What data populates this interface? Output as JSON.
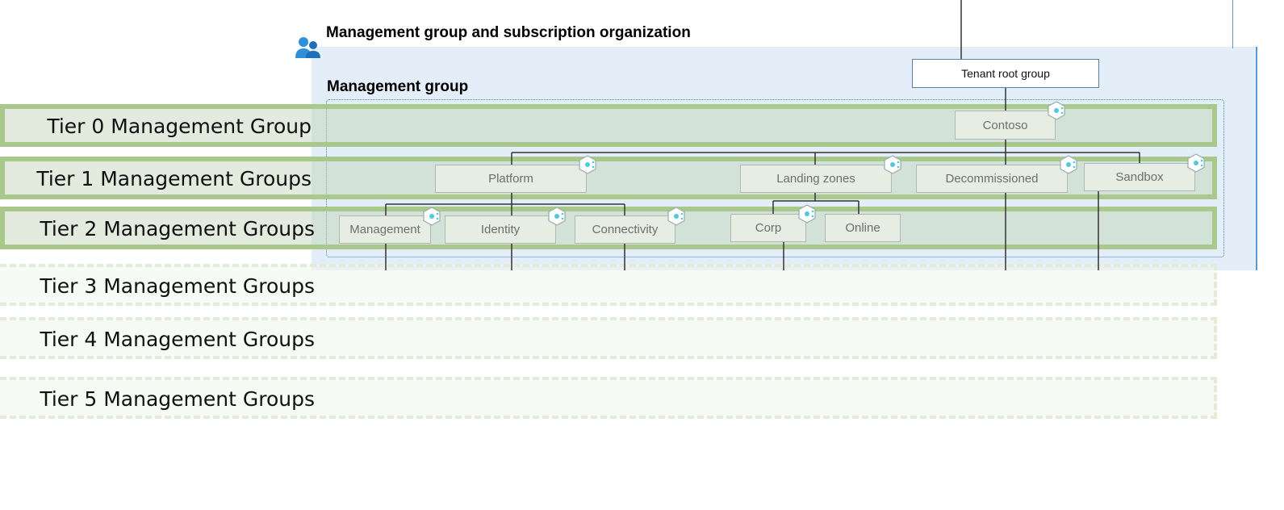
{
  "header": {
    "title": "Management group and subscription organization",
    "icon": "users-group-icon"
  },
  "management_group_label": "Management group",
  "root_node": "Tenant root group",
  "tiers": [
    {
      "label": "Tier 0 Management Group",
      "style": "solid"
    },
    {
      "label": "Tier 1 Management Groups",
      "style": "solid"
    },
    {
      "label": "Tier 2 Management Groups",
      "style": "solid"
    },
    {
      "label": "Tier 3 Management Groups",
      "style": "dashed"
    },
    {
      "label": "Tier 4 Management Groups",
      "style": "dashed"
    },
    {
      "label": "Tier 5 Management Groups",
      "style": "dashed"
    }
  ],
  "nodes": {
    "contoso": "Contoso",
    "platform": "Platform",
    "landing_zones": "Landing zones",
    "decommissioned": "Decommissioned",
    "sandbox": "Sandbox",
    "management": "Management",
    "identity": "Identity",
    "connectivity": "Connectivity",
    "corp": "Corp",
    "online": "Online"
  },
  "icons": {
    "management_group_icon": "management-group-hex-icon"
  },
  "colors": {
    "tier_border": "#a9c98c",
    "blue_area": "#e3eef8",
    "icon_accent": "#50c8e0"
  }
}
